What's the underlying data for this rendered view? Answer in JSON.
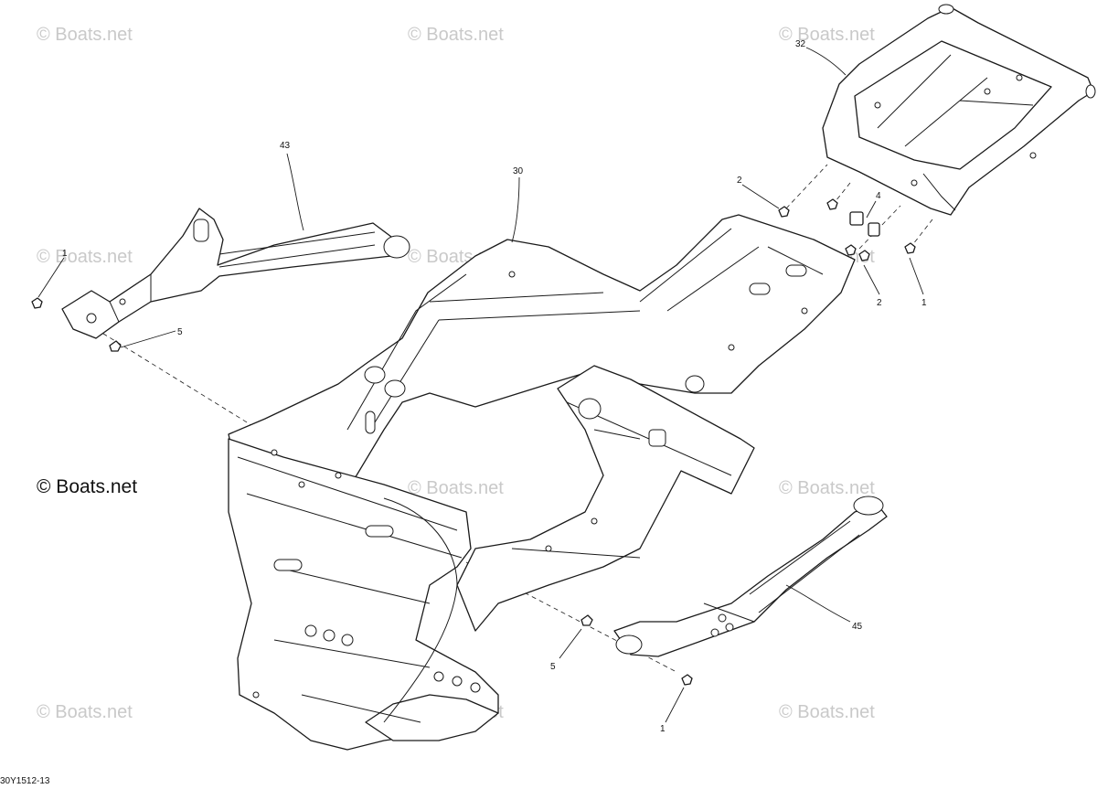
{
  "watermark": {
    "faint_text": "© Boats.net",
    "strong_text": "© Boats.net"
  },
  "diagram_reference": "30Y1512-13",
  "callouts": {
    "c43": "43",
    "c30": "30",
    "c32": "32",
    "c2_upper": "2",
    "c4": "4",
    "c2_lower": "2",
    "c1_right": "1",
    "c1_left": "1",
    "c5_left": "5",
    "c45": "45",
    "c5_bottom": "5",
    "c1_bottom": "1"
  }
}
